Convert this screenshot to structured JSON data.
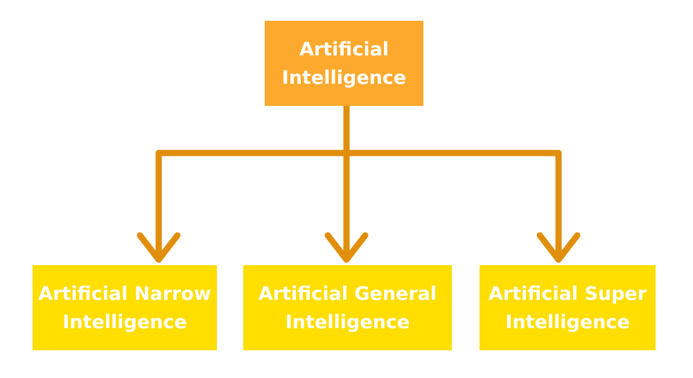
{
  "colors": {
    "root_fill": "#FCA92D",
    "child_fill": "#FFDE00",
    "connector": "#E08E0B",
    "text": "#FFFFFF"
  },
  "root": {
    "line1": "Artificial",
    "line2": "Intelligence"
  },
  "children": [
    {
      "line1": "Artificial Narrow",
      "line2": "Intelligence"
    },
    {
      "line1": "Artificial General",
      "line2": "Intelligence"
    },
    {
      "line1": "Artificial Super",
      "line2": "Intelligence"
    }
  ]
}
